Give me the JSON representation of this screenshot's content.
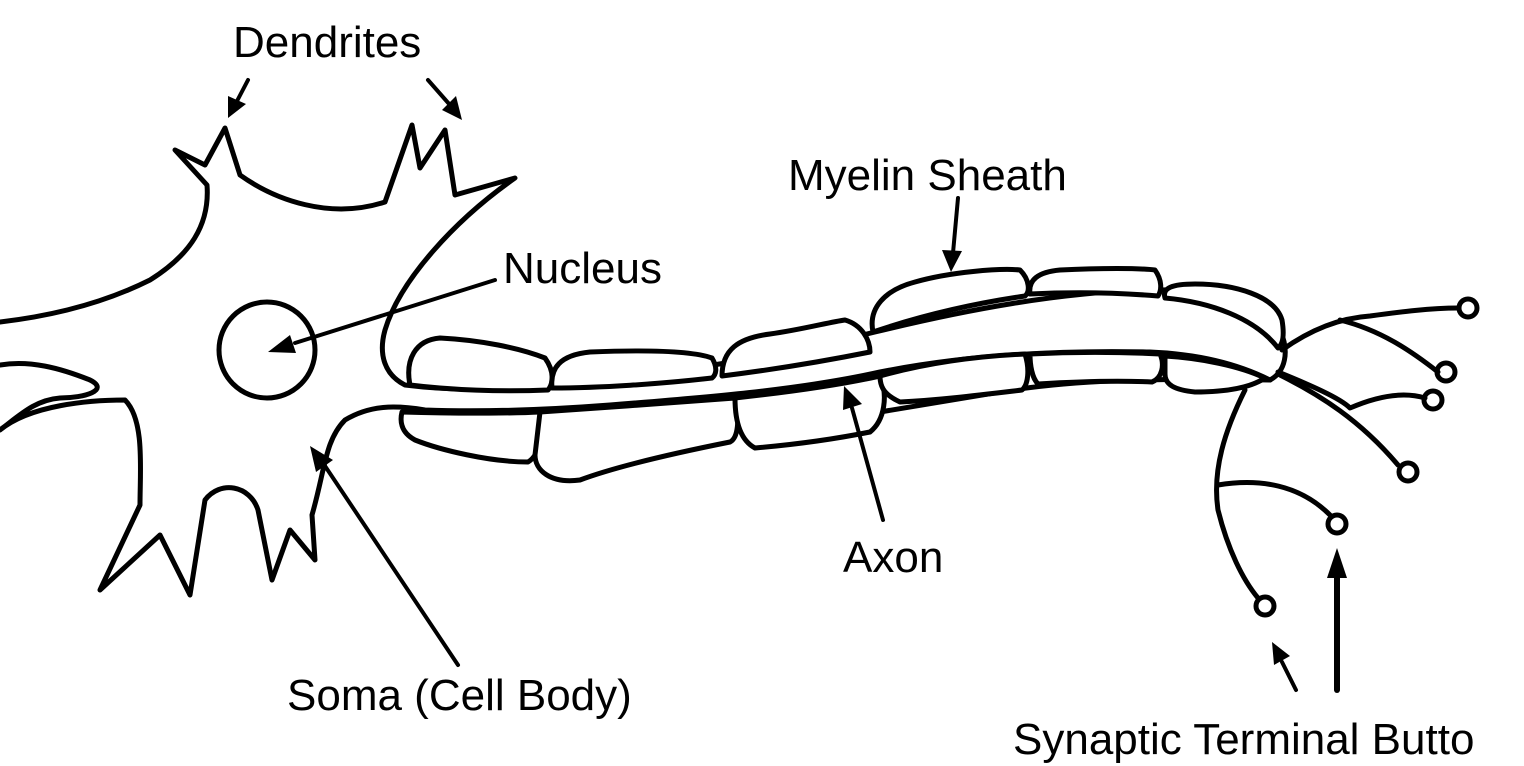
{
  "labels": {
    "dendrites": "Dendrites",
    "nucleus": "Nucleus",
    "myelin_sheath": "Myelin Sheath",
    "axon": "Axon",
    "soma": "Soma (Cell Body)",
    "synaptic_terminal_buttons": "Synaptic Terminal Butto"
  },
  "colors": {
    "line": "#000000",
    "background": "#ffffff"
  }
}
